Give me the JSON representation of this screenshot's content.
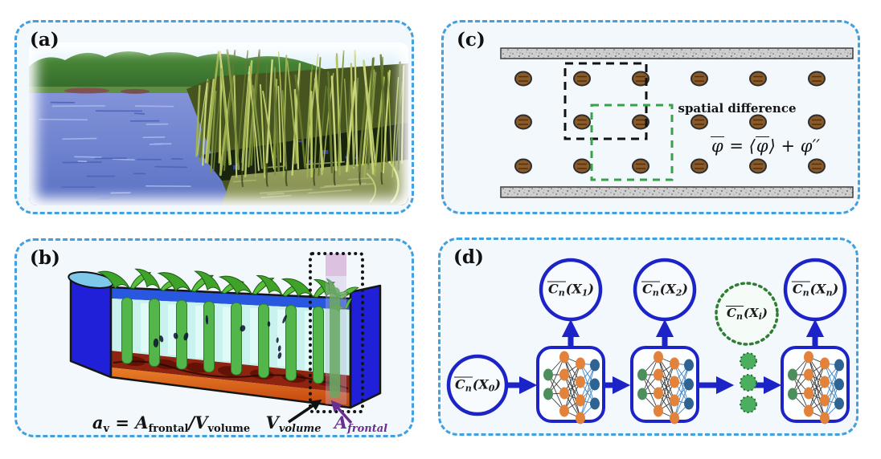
{
  "figure": {
    "panel_labels": {
      "a": "(a)",
      "b": "(b)",
      "c": "(c)",
      "d": "(d)"
    }
  },
  "panel_a": {
    "label": "(a)",
    "photo_alt": "photograph of emergent reed vegetation at a lake shore with trees behind open water"
  },
  "panel_b": {
    "label": "(b)",
    "formula": {
      "lead": "a",
      "lead_sub": "v",
      "eq": " = ",
      "num": "A",
      "num_sub": "frontal",
      "slash": "/",
      "den": "V",
      "den_sub": "volume"
    },
    "volume_label": {
      "sym": "V",
      "sub": "volume"
    },
    "frontal_label": {
      "sym": "A",
      "sub": "frontal"
    }
  },
  "panel_c": {
    "label": "(c)",
    "annotation": "spatial difference",
    "formula": {
      "lhs": "φ",
      "eq": " = ⟨",
      "avg": "φ",
      "close": "⟩ + ",
      "fluct": "φ",
      "primes": "′′"
    },
    "grid": {
      "rows": 3,
      "cols": 6
    }
  },
  "panel_d": {
    "label": "(d)",
    "sym": {
      "C": "C",
      "n": "n",
      "X": "X",
      "open": "(",
      "close": ")"
    },
    "nodes": [
      {
        "sub": "0"
      },
      {
        "sub": "1"
      },
      {
        "sub": "2"
      },
      {
        "sub": "i"
      },
      {
        "sub": "n"
      }
    ]
  },
  "colors": {
    "panel_border": "#43a0de",
    "diagram_blue": "#1c24c8",
    "dot_brown": "#8a5a28",
    "green_dashed": "#3aa04a",
    "a_frontal_purple": "#6a2d91",
    "leaf_green": "#3fa32a",
    "nn_node_orange": "#e2823b",
    "nn_node_green": "#4d8f5c",
    "nn_node_blue": "#2f6391"
  }
}
